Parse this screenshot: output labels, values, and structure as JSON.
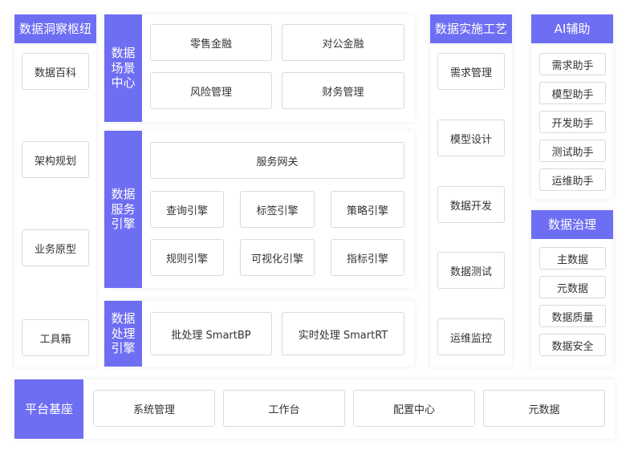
{
  "insight_hub": {
    "title": "数据洞察枢纽",
    "items": [
      "数据百科",
      "架构规划",
      "业务原型",
      "工具箱"
    ]
  },
  "scenario_center": {
    "title": "数据场景中心",
    "items": [
      "零售金融",
      "对公金融",
      "风险管理",
      "财务管理"
    ]
  },
  "service_engine": {
    "title": "数据服务引擎",
    "gateway": "服务网关",
    "items": [
      "查询引擎",
      "标签引擎",
      "策略引擎",
      "规则引擎",
      "可视化引擎",
      "指标引擎"
    ]
  },
  "processing_engine": {
    "title": "数据处理引擎",
    "items": [
      "批处理 SmartBP",
      "实时处理 SmartRT"
    ]
  },
  "implementation": {
    "title": "数据实施工艺",
    "items": [
      "需求管理",
      "模型设计",
      "数据开发",
      "数据测试",
      "运维监控"
    ]
  },
  "ai_assist": {
    "title": "AI辅助",
    "items": [
      "需求助手",
      "模型助手",
      "开发助手",
      "测试助手",
      "运维助手"
    ]
  },
  "governance": {
    "title": "数据治理",
    "items": [
      "主数据",
      "元数据",
      "数据质量",
      "数据安全"
    ]
  },
  "platform": {
    "title": "平台基座",
    "items": [
      "系统管理",
      "工作台",
      "配置中心",
      "元数据"
    ]
  },
  "colors": {
    "accent": "#6e6ef3",
    "border": "#d9d9e0",
    "panel": "#ffffff"
  }
}
